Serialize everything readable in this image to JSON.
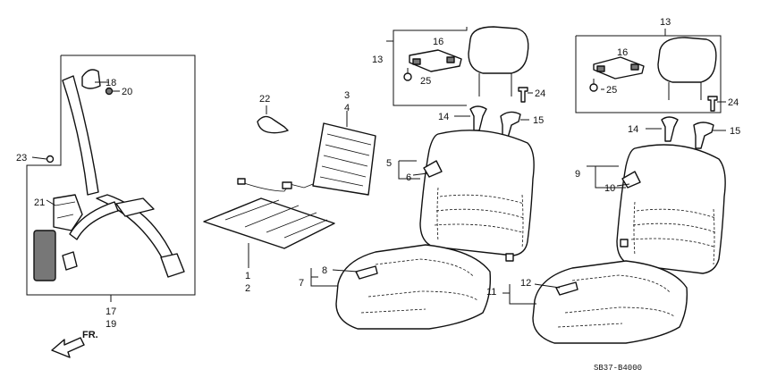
{
  "callouts": {
    "c1": "1",
    "c2": "2",
    "c3": "3",
    "c4": "4",
    "c5": "5",
    "c6": "6",
    "c7": "7",
    "c8": "8",
    "c9": "9",
    "c10": "10",
    "c11": "11",
    "c12": "12",
    "c13": "13",
    "c14": "14",
    "c15": "15",
    "c16": "16",
    "c17": "17",
    "c18": "18",
    "c19": "19",
    "c20": "20",
    "c21": "21",
    "c22": "22",
    "c23": "23",
    "c24": "24",
    "c25": "25"
  },
  "direction_label": "FR.",
  "diagram_code": "SB37-B4000"
}
